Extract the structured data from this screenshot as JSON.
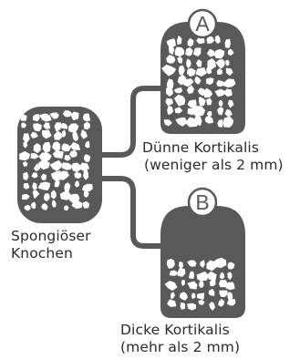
{
  "colors": {
    "bone": "#595959",
    "pore": "#ffffff",
    "connector": "#595959",
    "text": "#2b2b2b",
    "badge_fill": "#ffffff",
    "badge_stroke": "#595959"
  },
  "source": {
    "label_line1": "Spongiöser",
    "label_line2": "Knochen"
  },
  "option_a": {
    "badge": "A",
    "label_line1": "Dünne Kortikalis",
    "label_line2": "(weniger als 2 mm)"
  },
  "option_b": {
    "badge": "B",
    "label_line1": "Dicke Kortikalis",
    "label_line2": "(mehr als 2 mm)"
  }
}
